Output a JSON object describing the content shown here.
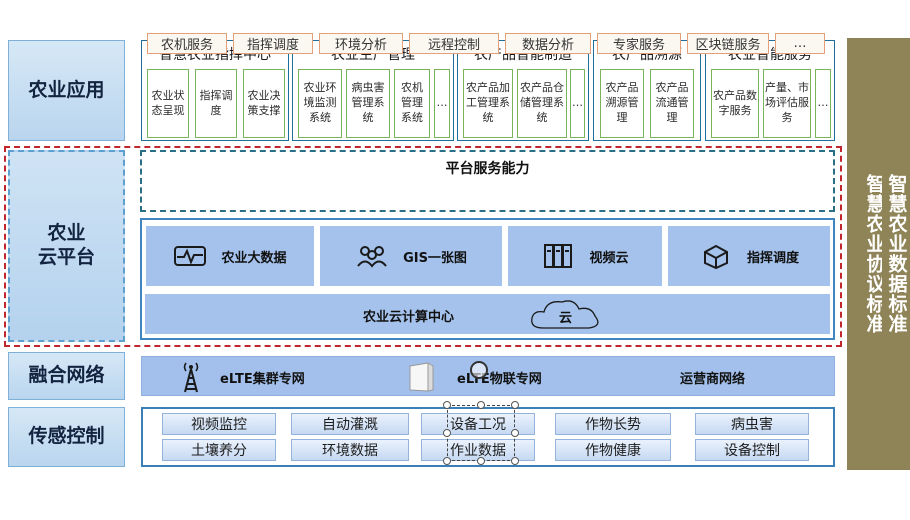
{
  "layers": {
    "app": "农业应用",
    "cloud": "农业\n云平台",
    "network": "融合网络",
    "sensing": "传感控制"
  },
  "apps": [
    {
      "title": "智慧农业指挥中心",
      "items": [
        "农业状态呈现",
        "指挥调度",
        "农业决策支撑"
      ]
    },
    {
      "title": "农业生产管理",
      "items": [
        "农业环境监测系统",
        "病虫害管理系统",
        "农机管理系统",
        "…"
      ]
    },
    {
      "title": "农产品智能制造",
      "items": [
        "农产品加工管理系统",
        "农产品仓储管理系统",
        "…"
      ]
    },
    {
      "title": "农产品溯源",
      "items": [
        "农产品溯源管理",
        "农产品流通管理"
      ]
    },
    {
      "title": "农业智能服务",
      "items": [
        "农产品数字服务",
        "产量、市场评估服务",
        "…"
      ]
    }
  ],
  "platform": {
    "title": "平台服务能力",
    "services": [
      "农机服务",
      "指挥调度",
      "环境分析",
      "远程控制",
      "数据分析",
      "专家服务",
      "区块链服务",
      "…"
    ],
    "core": [
      {
        "icon": "pulse-monitor-icon",
        "label": "农业大数据"
      },
      {
        "icon": "people-group-icon",
        "label": "GIS一张图"
      },
      {
        "icon": "server-rack-icon",
        "label": "视频云"
      },
      {
        "icon": "cube-network-icon",
        "label": "指挥调度"
      }
    ],
    "compute_center": "农业云计算中心",
    "cloud_label": "云"
  },
  "network": {
    "items": [
      "eLTE集群专网",
      "eLTE物联专网",
      "运营商网络"
    ]
  },
  "sensing": {
    "row1": [
      "视频监控",
      "自动灌溉",
      "设备工况",
      "作物长势",
      "病虫害"
    ],
    "row2": [
      "土壤养分",
      "环境数据",
      "作业数据",
      "作物健康",
      "设备控制"
    ]
  },
  "standards": {
    "protocol": "智慧农业协议标准",
    "data": "智慧农业数据标准"
  },
  "colors": {
    "app_border": "#1f6f9b",
    "item_border": "#7ab45a",
    "dash_red": "#c0262d",
    "core_blue": "#a4c2ec",
    "standard_bar": "#8f8457"
  }
}
